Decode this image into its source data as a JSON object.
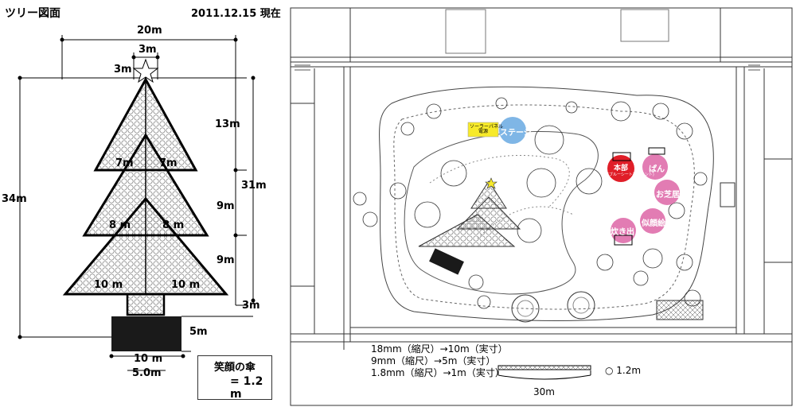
{
  "header": {
    "title": "ツリー図面",
    "date": "2011.12.15 現在"
  },
  "tree": {
    "dimensions": {
      "total_width": "20m",
      "star_width": "3m",
      "star_height": "3m",
      "total_height": "34m",
      "tier1_height": "13m",
      "tier2_height": "9m",
      "tier3_height": "9m",
      "trunk_height": "3m",
      "foliage_height": "31m",
      "tier1_half_left": "7m",
      "tier1_half_right": "7m",
      "tier2_half_left": "8 m",
      "tier2_half_right": "8 m",
      "tier3_half_left": "10 m",
      "tier3_half_right": "10 m",
      "base_height": "5m",
      "base_width": "10 m",
      "trunk_width": "5.0m"
    },
    "legend": {
      "title": "笑顔の傘",
      "value": "= 1.2 m"
    }
  },
  "map": {
    "labels": {
      "solar_panel": "ソーラーパネル\n電源",
      "stage": "ステージ",
      "headquarters": "本部",
      "headquarters_sub": "(ブルーシート設営テント)",
      "pan": "ぱん",
      "oshiba": "お芝居",
      "nigaoe": "似顔絵",
      "takidashi": "炊き出し"
    },
    "colors": {
      "stage": "#7fb6e6",
      "solar": "#f7ea2a",
      "hq": "#e01e28",
      "pink": "#e27cb3"
    },
    "scale_notes": [
      "18mm（縮尺）→10m（実寸）",
      "9mm（縮尺）→5m（実寸）",
      "1.8mm（縮尺）→1m（実寸）"
    ],
    "scale_bar": "30m",
    "circle_legend": "○ 1.2m"
  }
}
